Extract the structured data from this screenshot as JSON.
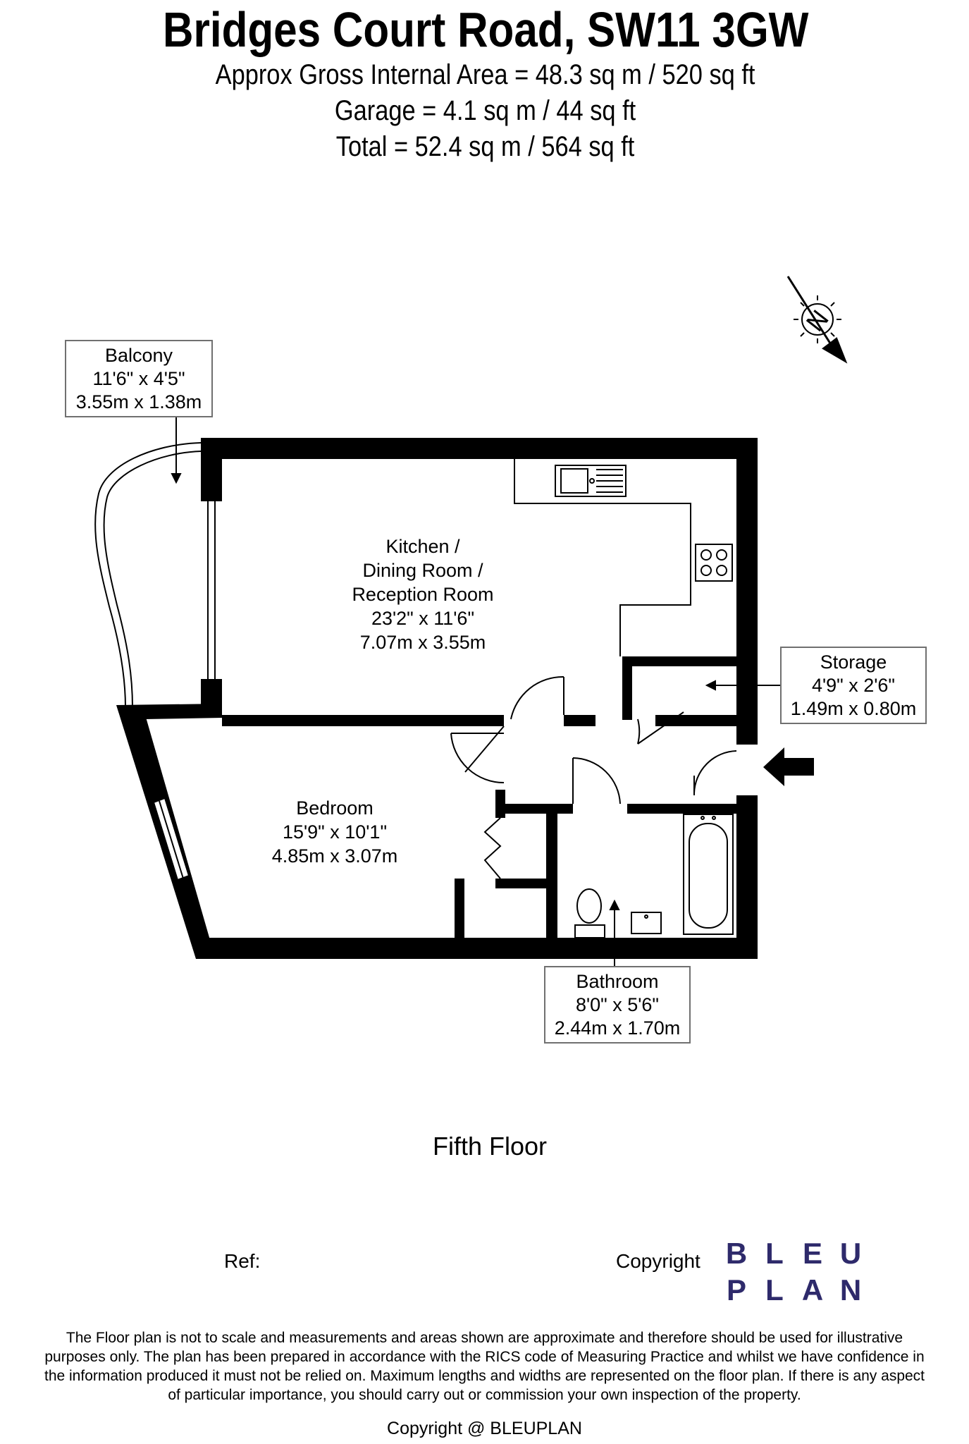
{
  "header": {
    "title": "Bridges Court Road, SW11 3GW",
    "area_lines": [
      "Approx Gross Internal Area = 48.3 sq m / 520 sq ft",
      "Garage = 4.1 sq m / 44 sq ft",
      "Total = 52.4 sq m / 564 sq ft"
    ]
  },
  "compass": {
    "letter": "N"
  },
  "rooms": {
    "balcony": {
      "name": "Balcony",
      "imperial": "11'6\" x 4'5\"",
      "metric": "3.55m x 1.38m"
    },
    "kitchen": {
      "name_lines": [
        "Kitchen /",
        "Dining Room /",
        "Reception Room"
      ],
      "imperial": "23'2\" x 11'6\"",
      "metric": "7.07m x 3.55m"
    },
    "storage": {
      "name": "Storage",
      "imperial": "4'9\" x 2'6\"",
      "metric": "1.49m x 0.80m"
    },
    "bedroom": {
      "name": "Bedroom",
      "imperial": "15'9\" x 10'1\"",
      "metric": "4.85m x 3.07m"
    },
    "bathroom": {
      "name": "Bathroom",
      "imperial": "8'0\" x 5'6\"",
      "metric": "2.44m x 1.70m"
    }
  },
  "floor_name": "Fifth Floor",
  "footer": {
    "ref_label": "Ref:",
    "copyright_label": "Copyright",
    "logo_row1": [
      "B",
      "L",
      "E",
      "U"
    ],
    "logo_row2": [
      "P",
      "L",
      "A",
      "N"
    ],
    "logo_color": "#2e2a6b",
    "disclaimer_lines": [
      "The Floor plan is not to scale and measurements and areas shown are approximate and therefore should be used for illustrative",
      "purposes only. The plan has been prepared in accordance with the RICS code of Measuring Practice and whilst we have confidence in",
      "the information produced it must not be relied on. Maximum lengths and widths are represented on the floor plan. If there is any aspect",
      "of particular importance, you should carry out or commission your own inspection of the property."
    ],
    "bottom_copyright": "Copyright @ BLEUPLAN"
  }
}
